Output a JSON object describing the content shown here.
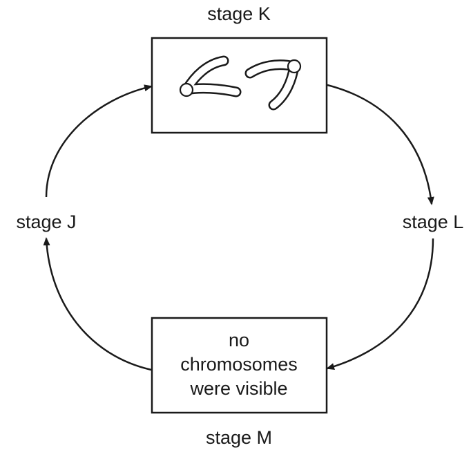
{
  "stages": {
    "k": {
      "label": "stage K"
    },
    "l": {
      "label": "stage L"
    },
    "m": {
      "label": "stage M",
      "box_text": [
        "no",
        "chromosomes",
        "were visible"
      ]
    },
    "j": {
      "label": "stage J"
    }
  },
  "colors": {
    "line": "#1a1a1a",
    "background": "#ffffff"
  }
}
